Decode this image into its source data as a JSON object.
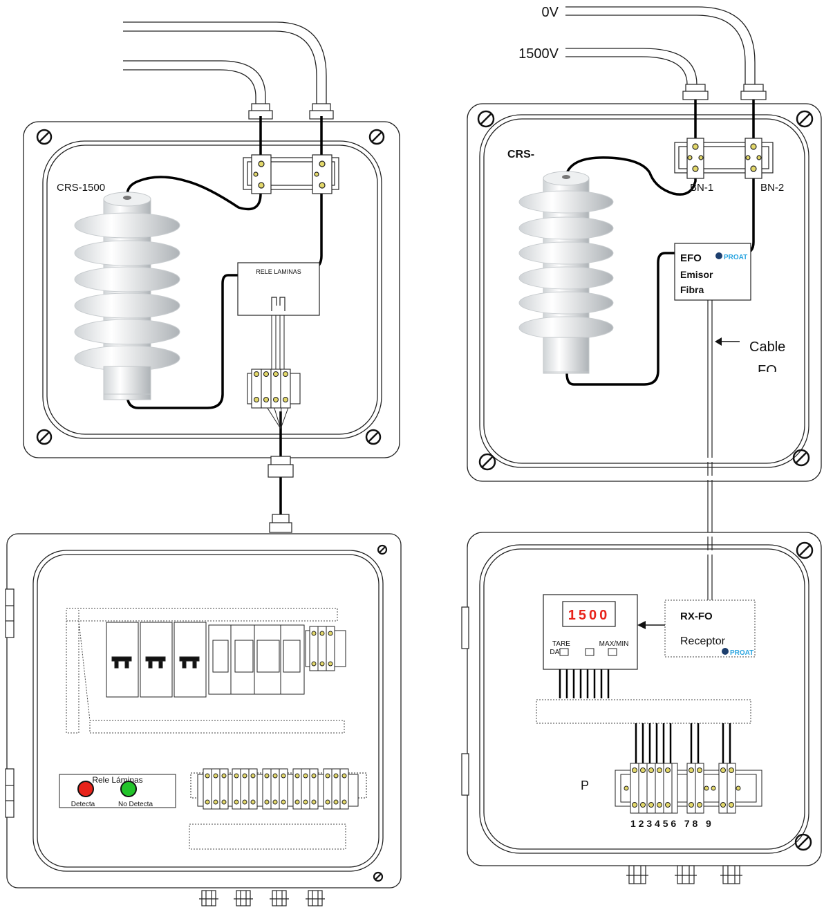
{
  "left_diagram": {
    "enclosure_label": "CRS-1500",
    "relay_module_label": "RELE LAMINAS",
    "indicator_panel": {
      "title": "Rele Láminas",
      "lamp_red_label": "Detecta",
      "lamp_green_label": "No Detecta",
      "lamp_red_color": "#e8231a",
      "lamp_green_color": "#22c32a"
    }
  },
  "right_diagram": {
    "voltage_top": "0V",
    "voltage_bottom": "1500V",
    "enclosure_label": "CRS-",
    "terminal_1": "BN-1",
    "terminal_2": "BN-2",
    "emitter": {
      "code": "EFO",
      "line1": "Emisor",
      "line2": "Fibra",
      "brand": "PROAT"
    },
    "cable_label_line1": "Cable",
    "cable_label_line2": "FO",
    "meter": {
      "display_value": "1500",
      "display_color": "#e8231a",
      "btn_tare": "TARE",
      "btn_data": "DATA",
      "btn_maxmin": "MAX/MIN"
    },
    "receiver": {
      "code": "RX-FO",
      "line1": "Receptor",
      "brand": "PROAT"
    },
    "terminal_block_label": "P",
    "terminal_numbers": "1 2 3 4 5 6   7 8   9"
  }
}
